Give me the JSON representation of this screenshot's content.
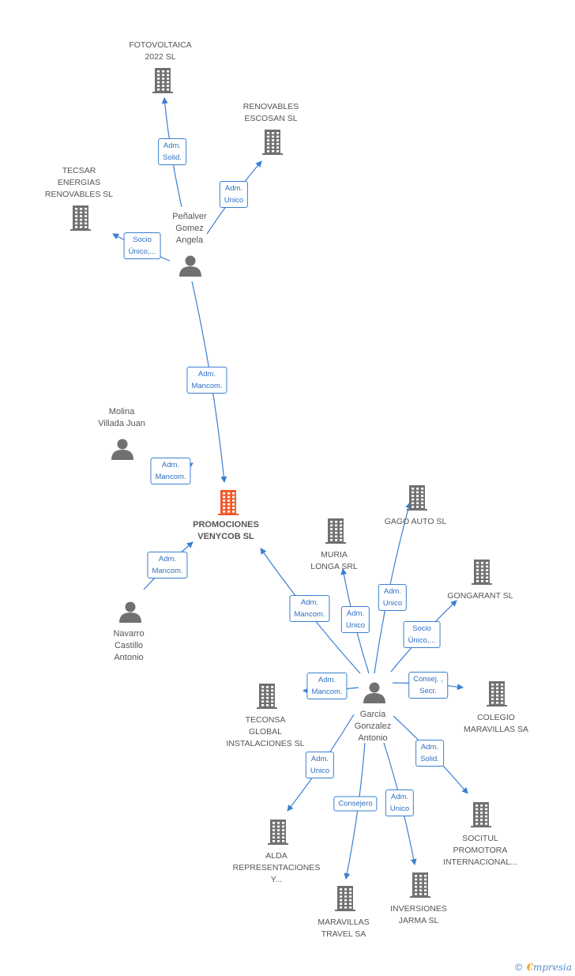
{
  "colors": {
    "edge": "#3a7fd0",
    "building": "#707070",
    "building_main": "#f05a2a",
    "person": "#707070"
  },
  "nodes": [
    {
      "id": "fotovoltaica",
      "type": "company",
      "label": "FOTOVOLTAICA\n2022 SL",
      "name": "node-fotovoltaica"
    },
    {
      "id": "renovables_escosan",
      "type": "company",
      "label": "RENOVABLES\nESCOSAN  SL",
      "name": "node-renovables-escosan"
    },
    {
      "id": "tecsar",
      "type": "company",
      "label": "TECSAR\nENERGIAS\nRENOVABLES SL",
      "name": "node-tecsar"
    },
    {
      "id": "penalver",
      "type": "person",
      "label": "Peñalver\nGomez\nAngela",
      "name": "node-penalver"
    },
    {
      "id": "molina",
      "type": "person",
      "label": "Molina\nVillada Juan",
      "name": "node-molina"
    },
    {
      "id": "promociones",
      "type": "company",
      "main": true,
      "label": "PROMOCIONES\nVENYCOB SL",
      "name": "node-promociones-venycob"
    },
    {
      "id": "navarro",
      "type": "person",
      "label": "Navarro\nCastillo\nAntonio",
      "name": "node-navarro"
    },
    {
      "id": "gago",
      "type": "company",
      "label": "GAGO AUTO SL",
      "name": "node-gago-auto"
    },
    {
      "id": "muria",
      "type": "company",
      "label": "MURIA\nLONGA SRL",
      "name": "node-muria-longa"
    },
    {
      "id": "gongarant",
      "type": "company",
      "label": "GONGARANT SL",
      "name": "node-gongarant"
    },
    {
      "id": "teconsa",
      "type": "company",
      "label": "TECONSA\nGLOBAL\nINSTALACIONES SL",
      "name": "node-teconsa"
    },
    {
      "id": "garcia",
      "type": "person",
      "label": "Garcia\nGonzalez\nAntonio",
      "name": "node-garcia"
    },
    {
      "id": "colegio",
      "type": "company",
      "label": "COLEGIO\nMARAVILLAS SA",
      "name": "node-colegio"
    },
    {
      "id": "alda",
      "type": "company",
      "label": "ALDA\nREPRESENTACIONES\nY...",
      "name": "node-alda"
    },
    {
      "id": "socitul",
      "type": "company",
      "label": "SOCITUL\nPROMOTORA\nINTERNACIONAL...",
      "name": "node-socitul"
    },
    {
      "id": "maravillas_travel",
      "type": "company",
      "label": "MARAVILLAS\nTRAVEL SA",
      "name": "node-maravillas-travel"
    },
    {
      "id": "inversiones",
      "type": "company",
      "label": "INVERSIONES\nJARMA  SL",
      "name": "node-inversiones-jarma"
    }
  ],
  "edges": [
    {
      "from": "penalver",
      "to": "fotovoltaica",
      "label": "Adm.\nSolid."
    },
    {
      "from": "penalver",
      "to": "renovables_escosan",
      "label": "Adm.\nUnico"
    },
    {
      "from": "penalver",
      "to": "tecsar",
      "label": "Socio\nÚnico,..."
    },
    {
      "from": "penalver",
      "to": "promociones",
      "label": "Adm.\nMancom."
    },
    {
      "from": "molina",
      "to": "promociones",
      "label": "Adm.\nMancom."
    },
    {
      "from": "navarro",
      "to": "promociones",
      "label": "Adm.\nMancom."
    },
    {
      "from": "garcia",
      "to": "promociones",
      "label": "Adm.\nMancom."
    },
    {
      "from": "garcia",
      "to": "muria",
      "label": "Adm.\nUnico"
    },
    {
      "from": "garcia",
      "to": "gago",
      "label": "Adm.\nUnico"
    },
    {
      "from": "garcia",
      "to": "gongarant",
      "label": "Socio\nÚnico,..."
    },
    {
      "from": "garcia",
      "to": "teconsa",
      "label": "Adm.\nMancom."
    },
    {
      "from": "garcia",
      "to": "colegio",
      "label": "Consej. ,\nSecr."
    },
    {
      "from": "garcia",
      "to": "socitul",
      "label": "Adm.\nSolid."
    },
    {
      "from": "garcia",
      "to": "alda",
      "label": "Adm.\nUnico"
    },
    {
      "from": "garcia",
      "to": "maravillas_travel",
      "label": "Consejero"
    },
    {
      "from": "garcia",
      "to": "inversiones",
      "label": "Adm.\nUnico"
    }
  ],
  "brand": {
    "copyright": "©",
    "first": "€",
    "rest": "mpresia"
  }
}
